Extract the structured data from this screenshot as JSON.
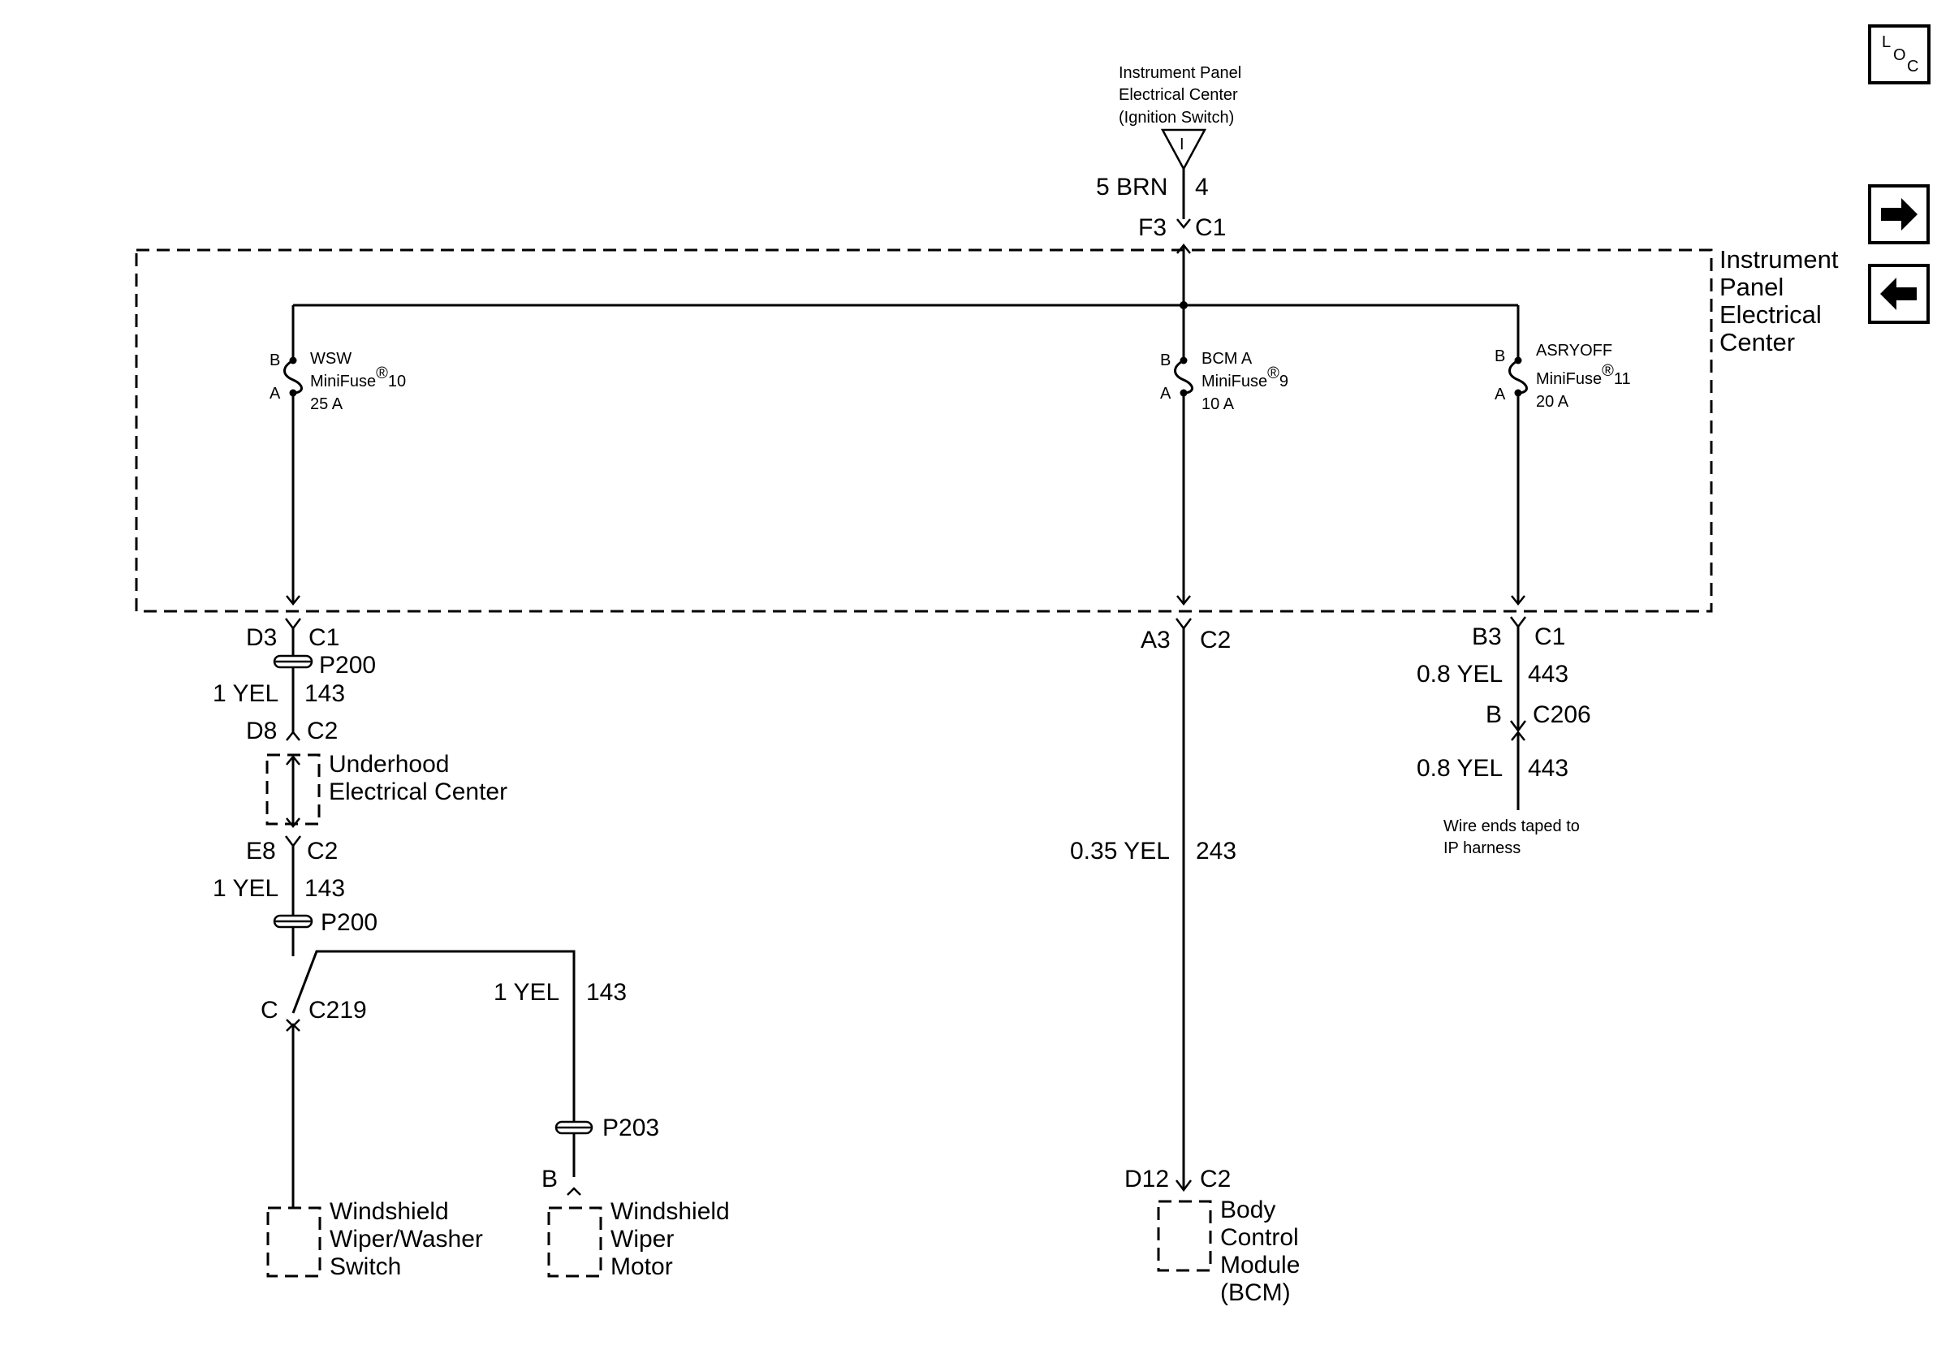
{
  "nav": {
    "loc_l": "L",
    "loc_o": "O",
    "loc_c": "C",
    "forward_icon": "arrow-right-icon",
    "back_icon": "arrow-left-icon"
  },
  "source": {
    "line1": "Instrument Panel",
    "line2": "Electrical Center",
    "line3": "(Ignition Switch)",
    "marker": "I",
    "wire_gauge": "5 BRN",
    "circuit": "4",
    "pin": "F3",
    "connector": "C1"
  },
  "ipec": {
    "line1": "Instrument",
    "line2": "Panel",
    "line3": "Electrical",
    "line4": "Center"
  },
  "fuses": [
    {
      "pin_b": "B",
      "pin_a": "A",
      "name": "WSW",
      "type": "MiniFuse",
      "reg": "®",
      "number": "10",
      "rating": "25 A"
    },
    {
      "pin_b": "B",
      "pin_a": "A",
      "name": "BCM A",
      "type": "MiniFuse",
      "reg": "®",
      "number": "9",
      "rating": "10 A"
    },
    {
      "pin_b": "B",
      "pin_a": "A",
      "name": "ASRYOFF",
      "type": "MiniFuse",
      "reg": "®",
      "number": "11",
      "rating": "20 A"
    }
  ],
  "left_branch": {
    "pin1": "D3",
    "conn1": "C1",
    "splice1": "P200",
    "wire1_gauge": "1 YEL",
    "wire1_circuit": "143",
    "pin2": "D8",
    "conn2": "C2",
    "uec_line1": "Underhood",
    "uec_line2": "Electrical Center",
    "pin3": "E8",
    "conn3": "C2",
    "wire2_gauge": "1 YEL",
    "wire2_circuit": "143",
    "splice2": "P200",
    "pin4": "C",
    "conn4": "C219",
    "wire3_gauge": "1 YEL",
    "wire3_circuit": "143",
    "splice3": "P203",
    "pin5": "B",
    "switch_line1": "Windshield",
    "switch_line2": "Wiper/Washer",
    "switch_line3": "Switch",
    "motor_line1": "Windshield",
    "motor_line2": "Wiper",
    "motor_line3": "Motor"
  },
  "mid_branch": {
    "pin1": "A3",
    "conn1": "C2",
    "wire_gauge": "0.35 YEL",
    "wire_circuit": "243",
    "pin2": "D12",
    "conn2": "C2",
    "bcm_line1": "Body",
    "bcm_line2": "Control",
    "bcm_line3": "Module",
    "bcm_line4": "(BCM)"
  },
  "right_branch": {
    "pin1": "B3",
    "conn1": "C1",
    "wire1_gauge": "0.8 YEL",
    "wire1_circuit": "443",
    "pin2": "B",
    "conn2": "C206",
    "wire2_gauge": "0.8 YEL",
    "wire2_circuit": "443",
    "note_line1": "Wire ends taped to",
    "note_line2": "IP harness"
  }
}
